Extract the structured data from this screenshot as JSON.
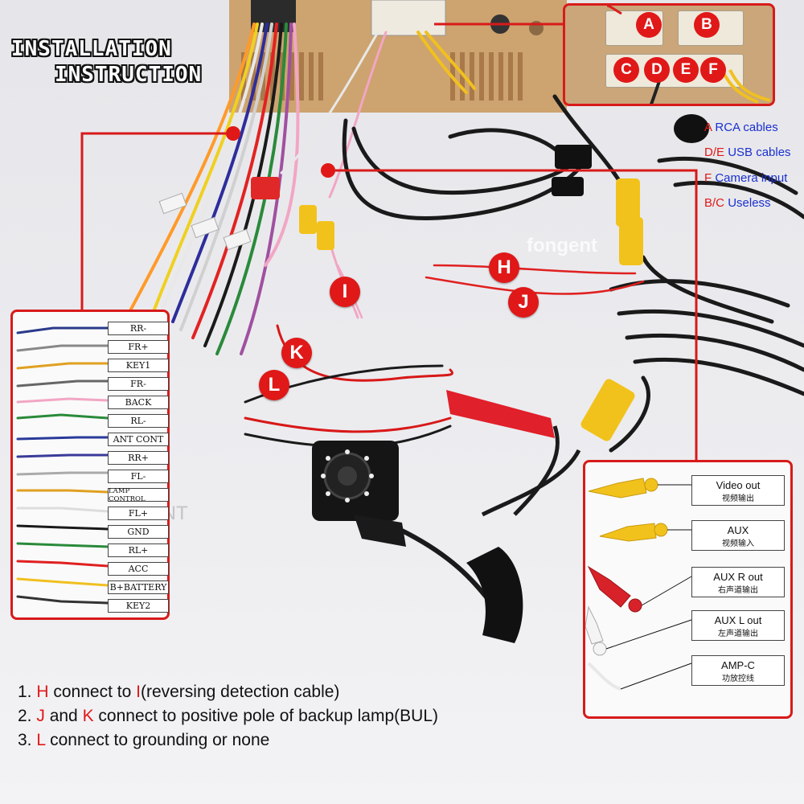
{
  "title": {
    "line1": "INSTALLATION",
    "line2": "INSTRUCTION"
  },
  "markers": [
    "H",
    "J",
    "I",
    "K",
    "L"
  ],
  "connector_letters": [
    "A",
    "B",
    "C",
    "D",
    "E",
    "F"
  ],
  "legend": [
    {
      "key": "A",
      "text": "RCA cables"
    },
    {
      "key": "D/E",
      "text": "USB cables"
    },
    {
      "key": "F",
      "text": "Camera input"
    },
    {
      "key": "B/C",
      "text": "Useless"
    }
  ],
  "wire_labels": [
    "RR-",
    "FR+",
    "KEY1",
    "FR-",
    "BACK",
    "RL-",
    "ANT CONT",
    "RR+",
    "FL-",
    "LAMP CONTROL",
    "FL+",
    "GND",
    "RL+",
    "ACC",
    "B+BATTERY",
    "KEY2"
  ],
  "rca_labels": [
    {
      "en": "Video out",
      "cn": "视频输出"
    },
    {
      "en": "AUX",
      "cn": "视频输入"
    },
    {
      "en": "AUX R out",
      "cn": "右声道输出"
    },
    {
      "en": "AUX  L  out",
      "cn": "左声道输出"
    },
    {
      "en": "AMP-C",
      "cn": "功放控线"
    }
  ],
  "notes": [
    {
      "num": "1.",
      "key": "H",
      "text": " connect to ",
      "key2": "I",
      "text2": "(reversing detection cable)"
    },
    {
      "num": "2.",
      "key": "J",
      "text": " and ",
      "key2": "K",
      "text2": " connect to positive pole of backup lamp(BUL)"
    },
    {
      "num": "3.",
      "key": "L",
      "text": " connect to grounding or none",
      "key2": "",
      "text2": ""
    }
  ],
  "watermarks": [
    "fongent",
    "FONENT"
  ],
  "colors": {
    "accent_red": "#e01818",
    "legend_blue": "#1a2fd0",
    "rca_yellow": "#f2c21c",
    "rca_red": "#d8222a"
  }
}
